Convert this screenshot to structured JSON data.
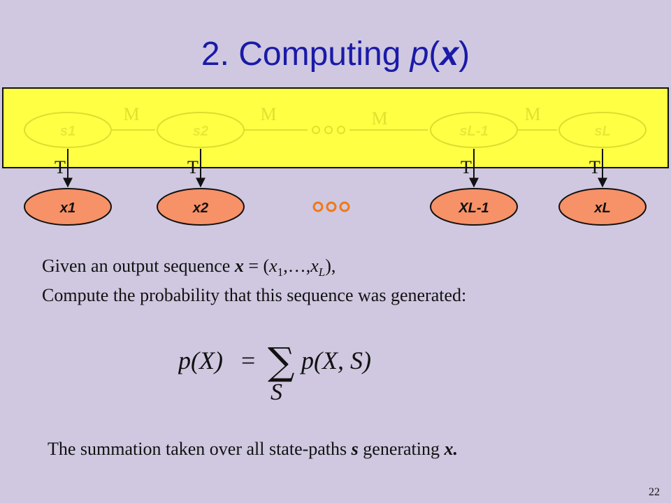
{
  "slide": {
    "title_prefix": "2. Computing ",
    "title_p": "p",
    "title_open": "(",
    "title_x": "x",
    "title_close": ")",
    "page_number": "22"
  },
  "diagram": {
    "states": [
      "s1",
      "s2",
      "sL-1",
      "sL"
    ],
    "outputs": [
      "x1",
      "x2",
      "XL-1",
      "xL"
    ],
    "transition_label": "M",
    "emission_label": "T",
    "colors": {
      "highlight": "#ffff44",
      "state_fill": "#ffff44",
      "output_fill": "#f79167",
      "text": "#111111"
    }
  },
  "text": {
    "given_prefix": "Given an output sequence ",
    "given_x": "x",
    "given_eq": " = (",
    "given_x1": "x",
    "given_sub1": "1",
    "given_mid": ",…,",
    "given_xL": "x",
    "given_subL": "L",
    "given_end": "),",
    "compute": "Compute  the probability that this sequence was generated:",
    "note_prefix": "The summation  taken over all state-paths ",
    "note_s": "s",
    "note_mid": " generating ",
    "note_x": "x."
  },
  "formula": {
    "lhs_p": "p(",
    "lhs_X": "X",
    "lhs_close": ")",
    "equals": "=",
    "sum": "∑",
    "sum_index": "S",
    "rhs_p": "p(",
    "rhs_X": "X",
    "rhs_comma": ", ",
    "rhs_S": "S",
    "rhs_close": ")"
  }
}
